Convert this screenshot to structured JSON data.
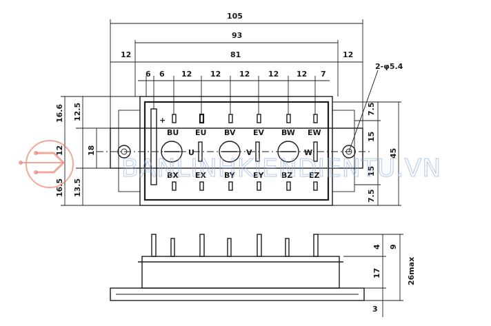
{
  "dimensions": {
    "overall_width": "105",
    "inner_width": "93",
    "left_margin": "12",
    "center_span": "81",
    "right_margin": "12",
    "pitch_6": "6",
    "pitch_8": "6",
    "pitch_a": "12",
    "pitch_b": "12",
    "pitch_c": "12",
    "pitch_d": "12",
    "pitch_e": "12",
    "pitch_end": "7",
    "hole_callout": "2-φ5.4",
    "left_16_6": "16.6",
    "left_12_5": "12.5",
    "left_12": "12",
    "left_18": "18",
    "left_16_5": "16.5",
    "left_13_5": "13.5",
    "right_7_5_top": "7.5",
    "right_15_top": "15",
    "right_15_bottom": "15",
    "right_7_5_bottom": "7.5",
    "right_45": "45",
    "side_4": "4",
    "side_9": "9",
    "side_17": "17",
    "side_3": "3",
    "side_26max": "26max"
  },
  "terminals": {
    "plus": "+",
    "bu": "BU",
    "eu": "EU",
    "bv": "BV",
    "ev": "EV",
    "bw": "BW",
    "ew": "EW",
    "u": "U",
    "v": "V",
    "w": "W",
    "bx": "BX",
    "ex": "EX",
    "by": "BY",
    "ey": "EY",
    "bz": "BZ",
    "ez": "EZ"
  },
  "watermark": {
    "text": "BANLINHKIENDIENTU.VN",
    "logo_color": "#e8614d",
    "text_color": "#8fb3dc"
  }
}
